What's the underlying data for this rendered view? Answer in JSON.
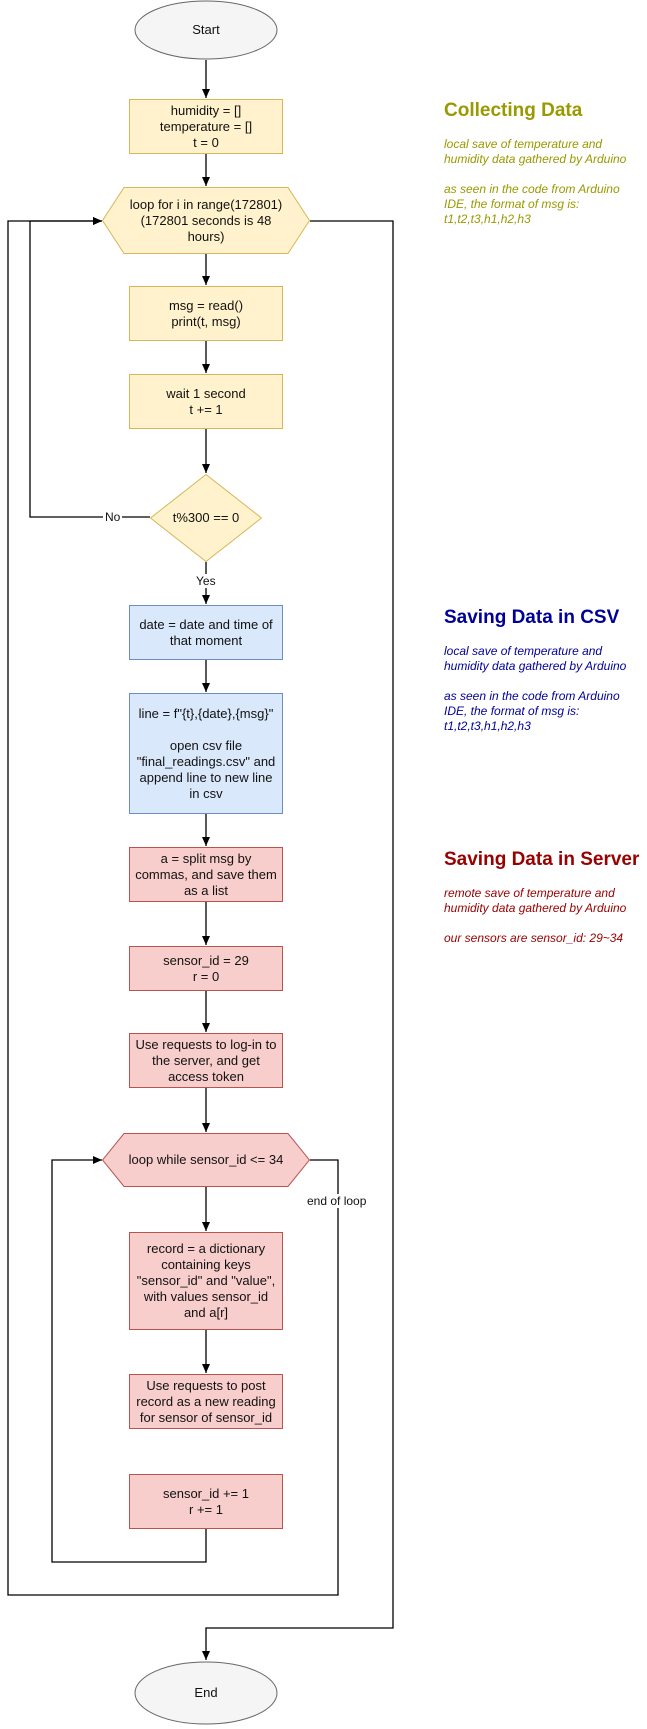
{
  "colors": {
    "yellow_fill": "#fff2cc",
    "yellow_stroke": "#d6b656",
    "blue_fill": "#dae8fc",
    "blue_stroke": "#6c8ebf",
    "red_fill": "#f8cecc",
    "red_stroke": "#b85450",
    "terminal_fill": "#f5f5f5",
    "terminal_stroke": "#666666",
    "olive": "#999900",
    "navy": "#000099",
    "darkred": "#990000"
  },
  "nodes": {
    "start": "Start",
    "init": "humidity = []\ntemperature = []\nt = 0",
    "outer_loop": "loop for  i  in range(172801)\n(172801 seconds is 48 hours)",
    "read": "msg = read()\nprint(t, msg)",
    "wait": "wait 1 second\nt += 1",
    "decision": "t%300 == 0",
    "date": "date = date and time of that moment",
    "csv": "line = f\"{t},{date},{msg}\"\n\nopen csv file \"final_readings.csv\" and append line to new line in csv",
    "split": "a = split msg by commas, and save them as a list",
    "sensor_init": "sensor_id = 29\nr = 0",
    "login": "Use requests to log-in to the server, and get access token",
    "inner_loop": "loop while sensor_id <= 34",
    "record": "record = a dictionary containing keys \"sensor_id\" and \"value\", with values sensor_id and a[r]",
    "post": "Use requests to post record as a new reading for sensor of sensor_id",
    "increment": "sensor_id += 1\nr += 1",
    "end": "End"
  },
  "edge_labels": {
    "no": "No",
    "yes": "Yes",
    "end_of_loop": "end of loop"
  },
  "sections": {
    "collecting": {
      "title": "Collecting Data",
      "note1": "local save of temperature and humidity data gathered by Arduino",
      "note2": "as seen in the code from Arduino IDE, the format of msg is: t1,t2,t3,h1,h2,h3"
    },
    "csv": {
      "title": "Saving Data in CSV",
      "note1": "local save of temperature and humidity data gathered by Arduino",
      "note2": "as seen in the code from Arduino IDE, the format of msg is: t1,t2,t3,h1,h2,h3"
    },
    "server": {
      "title": "Saving Data in Server",
      "note1": "remote save of temperature and humidity data gathered by Arduino",
      "note2": "our sensors are sensor_id: 29~34"
    }
  }
}
